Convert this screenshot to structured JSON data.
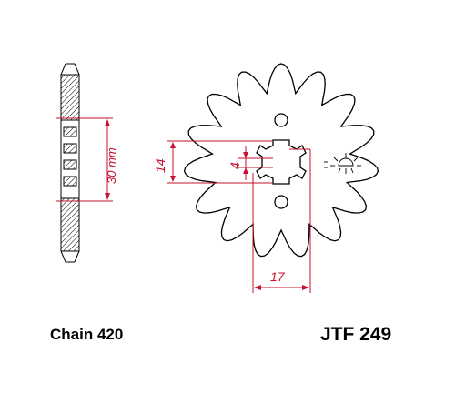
{
  "colors": {
    "outline": "#000000",
    "dimension": "#c8102e",
    "hatch": "#000000",
    "background": "#ffffff"
  },
  "side_view": {
    "dimension_label": "30 mm"
  },
  "front_view": {
    "teeth": 15,
    "hub_width_label": "14",
    "keyway_label": "4",
    "offset_label": "17"
  },
  "chain_label": "Chain 420",
  "part_number": "JTF 249",
  "icons": {
    "lamp": "lamp-symbol-icon"
  }
}
